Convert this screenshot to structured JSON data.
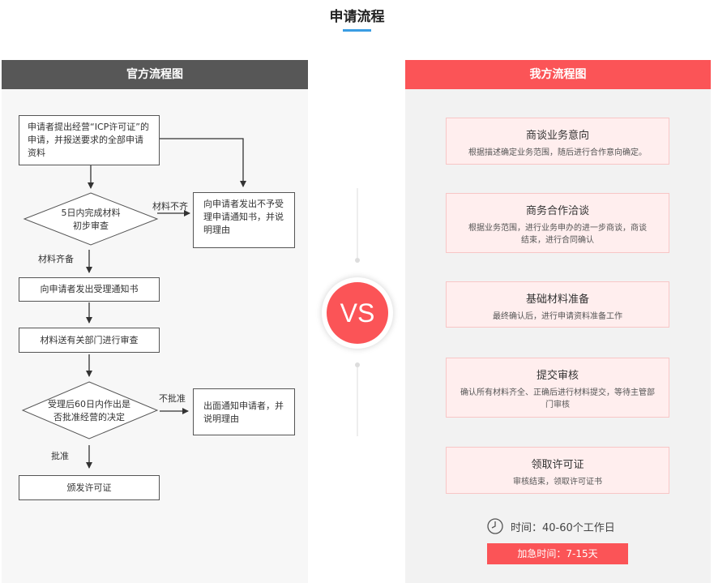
{
  "page": {
    "title": "申请流程"
  },
  "left": {
    "header": "官方流程图",
    "nodes": {
      "submit": "申请者提出经营“ICP许可证”的申请，并报送要求的全部申请资料",
      "review": "5日内完成材料初步审查",
      "reject_notice": "向申请者发出不予受理申请通知书，并说明理由",
      "accept_notice": "向申请者发出受理通知书",
      "dept_review": "材料送有关部门进行审查",
      "decision": "受理后60日内作出是否批准经营的决定",
      "deny_notice": "出面通知申请者，并说明理由",
      "issue": "颁发许可证"
    },
    "labels": {
      "incomplete": "材料不齐",
      "complete": "材料齐备",
      "denied": "不批准",
      "approved": "批准"
    }
  },
  "vs": "VS",
  "right": {
    "header": "我方流程图",
    "steps": [
      {
        "title": "商谈业务意向",
        "desc": "根据描述确定业务范围，随后进行合作意向确定。"
      },
      {
        "title": "商务合作洽谈",
        "desc": "根据业务范围，进行业务申办的进一步商谈，商谈结束，进行合同确认"
      },
      {
        "title": "基础材料准备",
        "desc": "最终确认后，进行申请资料准备工作"
      },
      {
        "title": "提交审核",
        "desc": "确认所有材料齐全、正确后进行材料提交，等待主管部门审核"
      },
      {
        "title": "领取许可证",
        "desc": "审核结束，领取许可证书"
      }
    ],
    "time": "时间：40-60个工作日",
    "urgent": "加急时间：7-15天"
  },
  "colors": {
    "accent": "#fb5457",
    "dark_header": "#575757",
    "title_underline": "#3a9de3"
  }
}
